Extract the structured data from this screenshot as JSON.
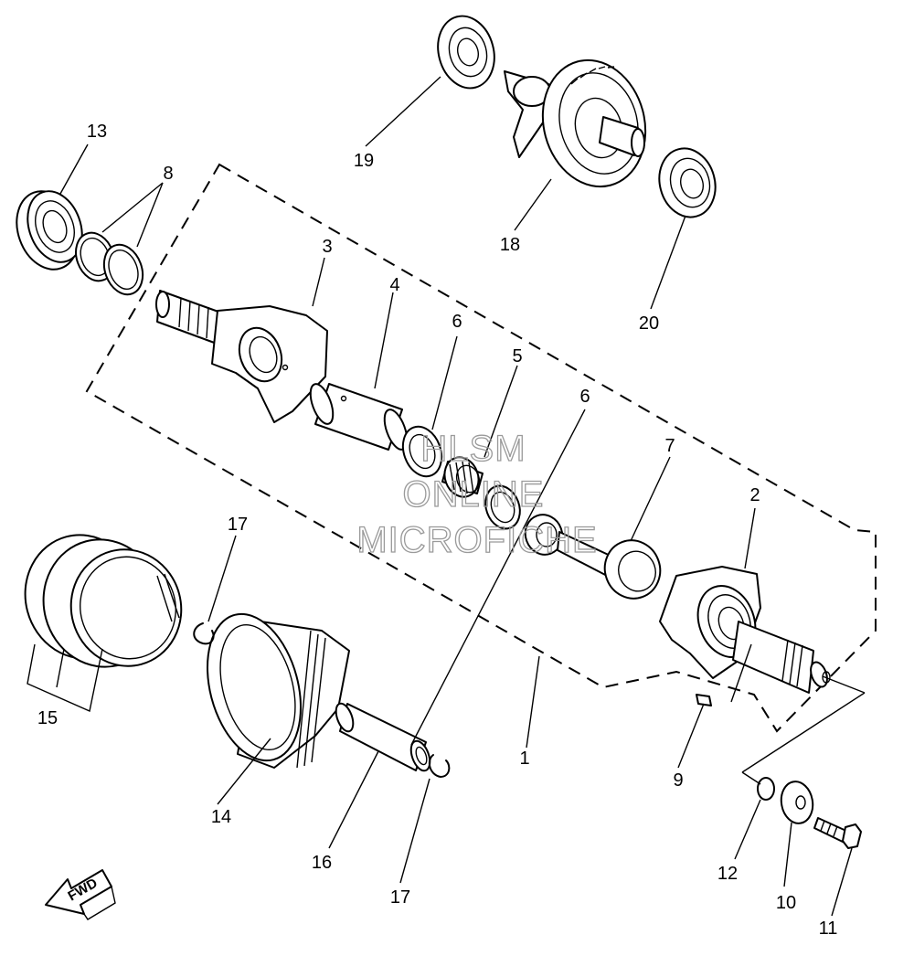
{
  "diagram": {
    "labels": {
      "p1": "1",
      "p2": "2",
      "p3": "3",
      "p4": "4",
      "p5": "5",
      "p6a": "6",
      "p6b": "6",
      "p7": "7",
      "p8": "8",
      "p9": "9",
      "p10": "10",
      "p11": "11",
      "p12": "12",
      "p13": "13",
      "p14": "14",
      "p15": "15",
      "p16": "16",
      "p17a": "17",
      "p17b": "17",
      "p18": "18",
      "p19": "19",
      "p20": "20"
    },
    "watermark": [
      "HLSM",
      "ONLINE",
      "MICROFICHE"
    ],
    "direction_badge": "FWD"
  }
}
